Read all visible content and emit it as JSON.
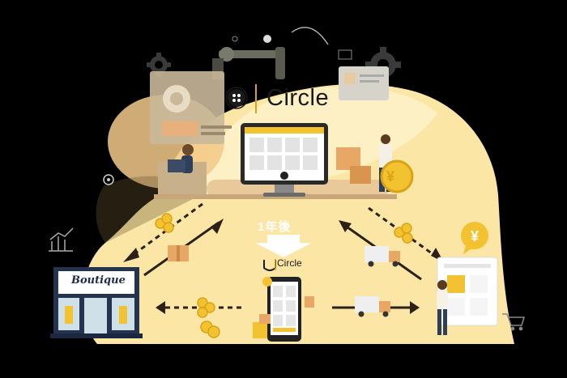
{
  "brand": {
    "name": "Circle",
    "name_small": "Circle"
  },
  "timeline": {
    "label": "1年後"
  },
  "store": {
    "sign": "Boutique"
  },
  "currency": {
    "symbol": "¥"
  },
  "colors": {
    "background": "#000000",
    "blob": "#fbe6a6",
    "blob_light": "#fdf0c4",
    "accent_gold": "#f2c230",
    "arrow": "#2b2118",
    "navy": "#24344f"
  },
  "icons": [
    "gear-icon",
    "chart-icon",
    "cart-icon",
    "yen-speech-icon",
    "coin-icon",
    "truck-icon",
    "parcel-icon",
    "laptop-icon",
    "smartphone-icon",
    "shop-icon",
    "robot-arm-icon",
    "circle-logo-icon"
  ]
}
